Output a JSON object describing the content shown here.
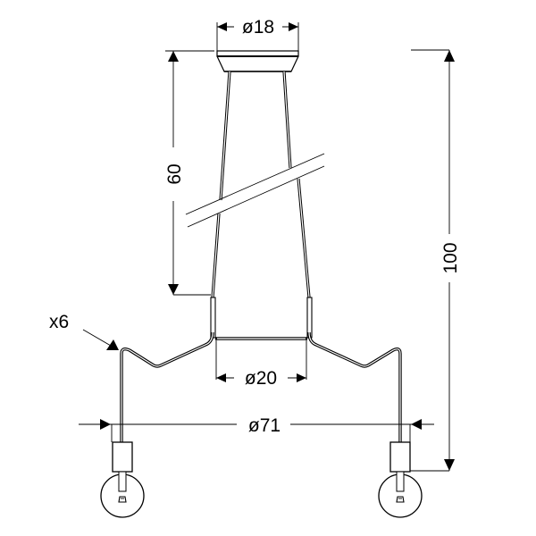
{
  "diagram": {
    "title": "Pendant lamp dimension drawing",
    "colors": {
      "line": "#000000",
      "background": "#ffffff"
    },
    "dimensions": {
      "canopy_diameter": "ø18",
      "cable_height": "60",
      "total_height": "100",
      "frame_diameter": "ø20",
      "overall_diameter": "ø71",
      "arm_count": "x6"
    }
  }
}
